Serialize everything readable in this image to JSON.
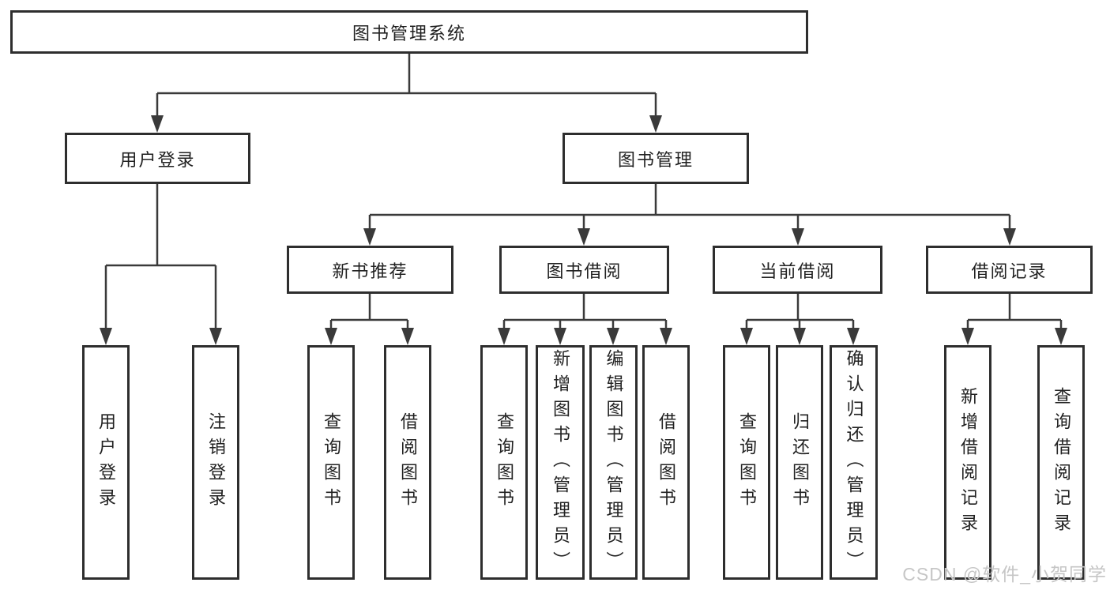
{
  "colors": {
    "line": "#3a3a3a",
    "border": "#2e2e2e",
    "text": "#212121",
    "watermark": "#c6c6c6",
    "background": "#ffffff"
  },
  "watermark": {
    "text": "CSDN @软件_小贺同学"
  },
  "tree": {
    "label": "图书管理系统",
    "children": [
      {
        "label": "用户登录",
        "children": [
          {
            "label": "用户登录"
          },
          {
            "label": "注销登录"
          }
        ]
      },
      {
        "label": "图书管理",
        "children": [
          {
            "label": "新书推荐",
            "children": [
              {
                "label": "查询图书"
              },
              {
                "label": "借阅图书"
              }
            ]
          },
          {
            "label": "图书借阅",
            "children": [
              {
                "label": "查询图书"
              },
              {
                "label": "新增图书（管理员）"
              },
              {
                "label": "编辑图书（管理员）"
              },
              {
                "label": "借阅图书"
              }
            ]
          },
          {
            "label": "当前借阅",
            "children": [
              {
                "label": "查询图书"
              },
              {
                "label": "归还图书"
              },
              {
                "label": "确认归还（管理员）"
              }
            ]
          },
          {
            "label": "借阅记录",
            "children": [
              {
                "label": "新增借阅记录"
              },
              {
                "label": "查询借阅记录"
              }
            ]
          }
        ]
      }
    ]
  }
}
